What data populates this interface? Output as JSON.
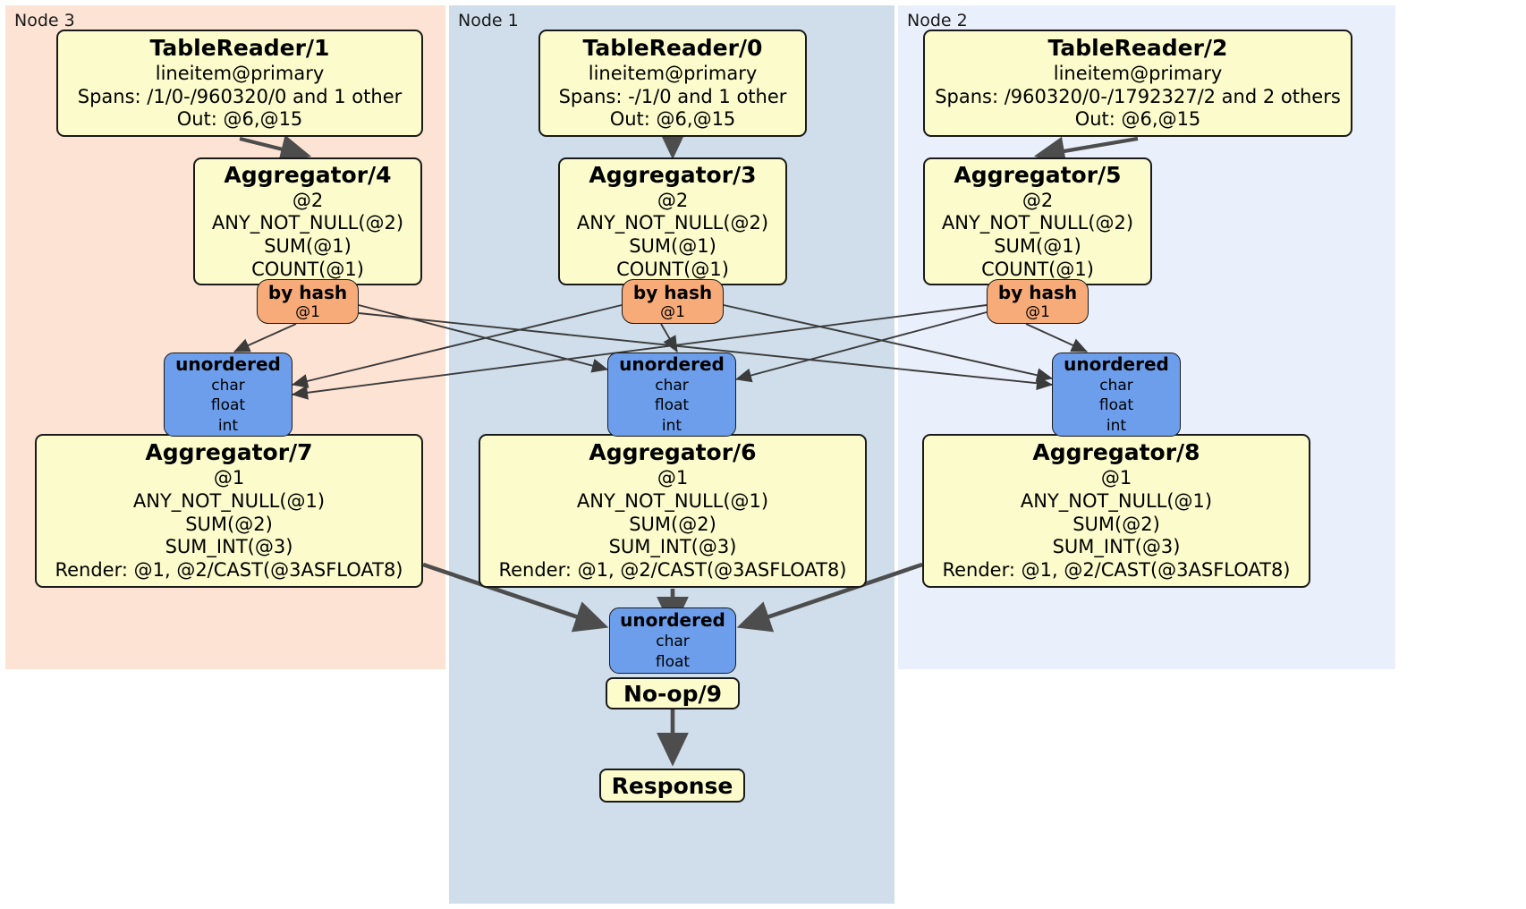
{
  "diagram": {
    "type": "distributed-query-plan",
    "colors": {
      "node3_bg": "#fde3d4",
      "node1_bg": "#cfdeea",
      "node2_bg": "#eaf0fb",
      "processor_bg": "#fbfbcc",
      "router_bg": "#f7ab78",
      "synchronizer_bg": "#6c9eec",
      "edge": "#4d4d4d",
      "border": "#1a1a1a"
    }
  },
  "panels": [
    {
      "label": "Node 3"
    },
    {
      "label": "Node 1"
    },
    {
      "label": "Node 2"
    }
  ],
  "table_readers": [
    {
      "title": "TableReader/1",
      "table": "lineitem@primary",
      "spans": "Spans: /1/0-/960320/0 and 1 other",
      "out": "Out: @6,@15"
    },
    {
      "title": "TableReader/0",
      "table": "lineitem@primary",
      "spans": "Spans: -/1/0 and 1 other",
      "out": "Out: @6,@15"
    },
    {
      "title": "TableReader/2",
      "table": "lineitem@primary",
      "spans": "Spans: /960320/0-/1792327/2 and 2 others",
      "out": "Out: @6,@15"
    }
  ],
  "aggregators_stage1": [
    {
      "title": "Aggregator/4",
      "group": "@2",
      "agg1": "ANY_NOT_NULL(@2)",
      "agg2": "SUM(@1)",
      "agg3": "COUNT(@1)"
    },
    {
      "title": "Aggregator/3",
      "group": "@2",
      "agg1": "ANY_NOT_NULL(@2)",
      "agg2": "SUM(@1)",
      "agg3": "COUNT(@1)"
    },
    {
      "title": "Aggregator/5",
      "group": "@2",
      "agg1": "ANY_NOT_NULL(@2)",
      "agg2": "SUM(@1)",
      "agg3": "COUNT(@1)"
    }
  ],
  "routers": [
    {
      "title": "by hash",
      "column": "@1"
    },
    {
      "title": "by hash",
      "column": "@1"
    },
    {
      "title": "by hash",
      "column": "@1"
    }
  ],
  "synchronizers_stage1": [
    {
      "title": "unordered",
      "types": [
        "char",
        "float",
        "int"
      ]
    },
    {
      "title": "unordered",
      "types": [
        "char",
        "float",
        "int"
      ]
    },
    {
      "title": "unordered",
      "types": [
        "char",
        "float",
        "int"
      ]
    }
  ],
  "aggregators_stage2": [
    {
      "title": "Aggregator/7",
      "group": "@1",
      "agg1": "ANY_NOT_NULL(@1)",
      "agg2": "SUM(@2)",
      "agg3": "SUM_INT(@3)",
      "render": "Render: @1, @2/CAST(@3ASFLOAT8)"
    },
    {
      "title": "Aggregator/6",
      "group": "@1",
      "agg1": "ANY_NOT_NULL(@1)",
      "agg2": "SUM(@2)",
      "agg3": "SUM_INT(@3)",
      "render": "Render: @1, @2/CAST(@3ASFLOAT8)"
    },
    {
      "title": "Aggregator/8",
      "group": "@1",
      "agg1": "ANY_NOT_NULL(@1)",
      "agg2": "SUM(@2)",
      "agg3": "SUM_INT(@3)",
      "render": "Render: @1, @2/CAST(@3ASFLOAT8)"
    }
  ],
  "final_synchronizer": {
    "title": "unordered",
    "types": [
      "char",
      "float"
    ]
  },
  "noop": {
    "title": "No-op/9"
  },
  "response": {
    "title": "Response"
  }
}
